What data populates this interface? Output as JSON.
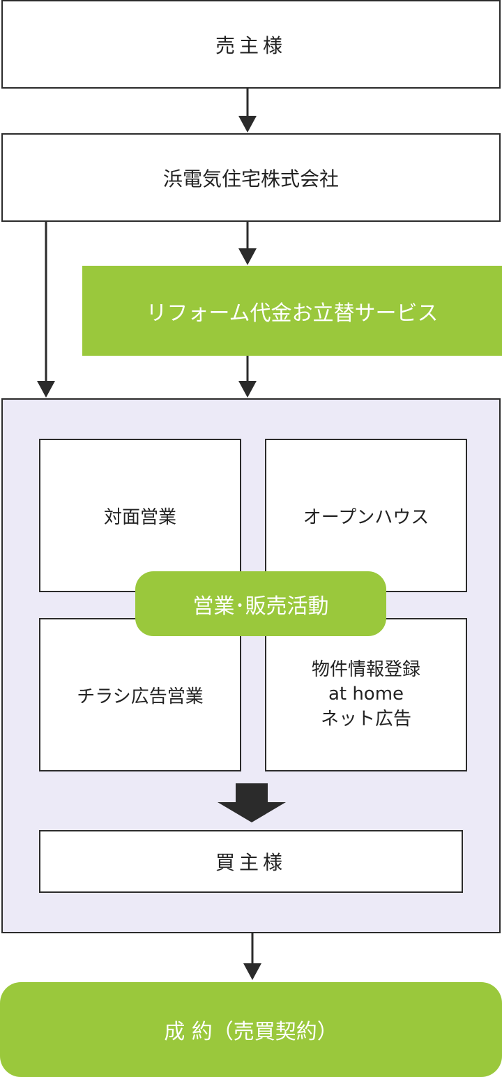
{
  "seller": {
    "label": "売主様"
  },
  "company": {
    "label": "浜電気住宅株式会社"
  },
  "service": {
    "label": "リフォーム代金お立替サービス"
  },
  "sales_activities": {
    "label": "営業･販売活動",
    "items": {
      "face_to_face": "対面営業",
      "open_house": "オープンハウス",
      "flyer": "チラシ広告営業",
      "listing": {
        "line1": "物件情報登録",
        "line2": "at home",
        "line3": "ネット広告"
      }
    }
  },
  "buyer": {
    "label": "買主様"
  },
  "contract": {
    "label": "成 約（売買契約）"
  },
  "colors": {
    "accent_green": "#9ac83c",
    "panel_bg": "#eceaf7",
    "border": "#2b2b2b"
  }
}
